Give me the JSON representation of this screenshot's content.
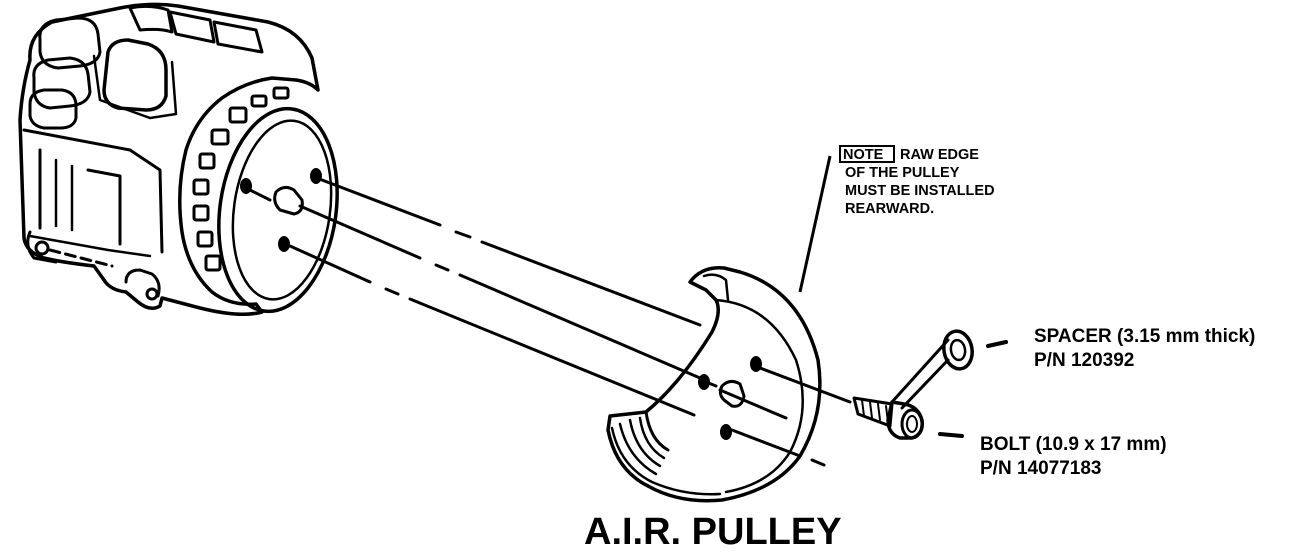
{
  "note": {
    "tag": "NOTE",
    "line1": "RAW EDGE",
    "line2": "OF THE PULLEY",
    "line3": "MUST BE INSTALLED",
    "line4": "REARWARD."
  },
  "spacer": {
    "line1": "SPACER (3.15 mm thick)",
    "line2": "P/N 120392"
  },
  "bolt": {
    "line1": "BOLT (10.9 x 17 mm)",
    "line2": "P/N 14077183"
  },
  "title": "A.I.R. PULLEY",
  "colors": {
    "ink": "#000000",
    "paper": "#ffffff"
  }
}
